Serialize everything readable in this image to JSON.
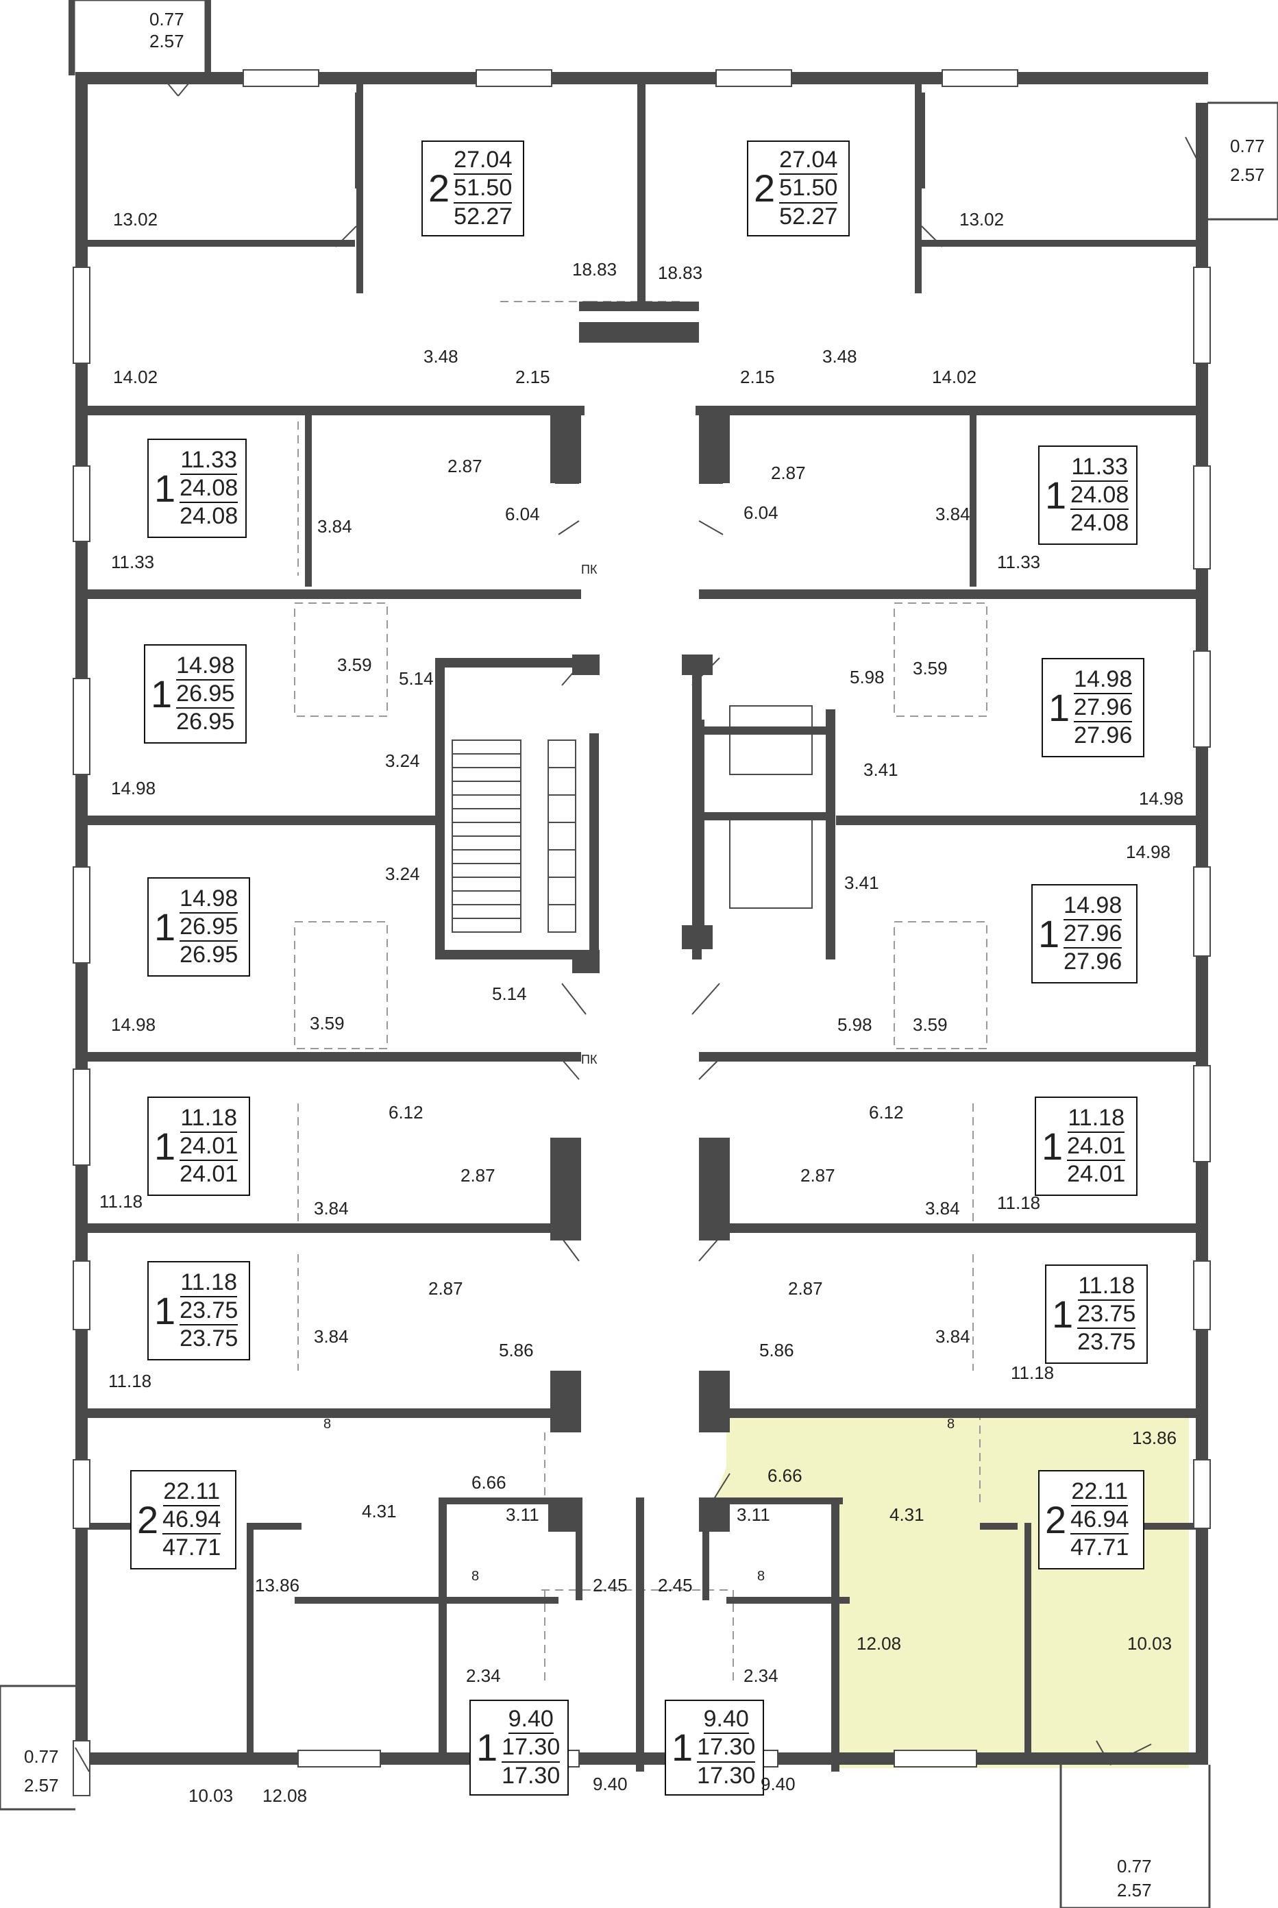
{
  "colors": {
    "wall": "#4a4a4a",
    "highlight": "#f3f4c5",
    "window": "#ffffff",
    "dashed": "#999999"
  },
  "apartments": [
    {
      "id": "a1",
      "rooms": "2",
      "living": "27.04",
      "total": "51.50",
      "total_balcony": "52.27"
    },
    {
      "id": "a2",
      "rooms": "2",
      "living": "27.04",
      "total": "51.50",
      "total_balcony": "52.27"
    },
    {
      "id": "a3",
      "rooms": "1",
      "living": "11.33",
      "total": "24.08",
      "total_balcony": "24.08"
    },
    {
      "id": "a4",
      "rooms": "1",
      "living": "11.33",
      "total": "24.08",
      "total_balcony": "24.08"
    },
    {
      "id": "a5",
      "rooms": "1",
      "living": "14.98",
      "total": "26.95",
      "total_balcony": "26.95"
    },
    {
      "id": "a6",
      "rooms": "1",
      "living": "14.98",
      "total": "27.96",
      "total_balcony": "27.96"
    },
    {
      "id": "a7",
      "rooms": "1",
      "living": "14.98",
      "total": "26.95",
      "total_balcony": "26.95"
    },
    {
      "id": "a8",
      "rooms": "1",
      "living": "14.98",
      "total": "27.96",
      "total_balcony": "27.96"
    },
    {
      "id": "a9",
      "rooms": "1",
      "living": "11.18",
      "total": "24.01",
      "total_balcony": "24.01"
    },
    {
      "id": "a10",
      "rooms": "1",
      "living": "11.18",
      "total": "24.01",
      "total_balcony": "24.01"
    },
    {
      "id": "a11",
      "rooms": "1",
      "living": "11.18",
      "total": "23.75",
      "total_balcony": "23.75"
    },
    {
      "id": "a12",
      "rooms": "1",
      "living": "11.18",
      "total": "23.75",
      "total_balcony": "23.75"
    },
    {
      "id": "a13",
      "rooms": "2",
      "living": "22.11",
      "total": "46.94",
      "total_balcony": "47.71"
    },
    {
      "id": "a14",
      "rooms": "2",
      "living": "22.11",
      "total": "46.94",
      "total_balcony": "47.71"
    },
    {
      "id": "a15",
      "rooms": "1",
      "living": "9.40",
      "total": "17.30",
      "total_balcony": "17.30"
    },
    {
      "id": "a16",
      "rooms": "1",
      "living": "9.40",
      "total": "17.30",
      "total_balcony": "17.30"
    }
  ],
  "areas": [
    "0.77",
    "2.57",
    "0.77",
    "2.57",
    "0.77",
    "2.57",
    "0.77",
    "2.57",
    "13.02",
    "14.02",
    "13.02",
    "14.02",
    "18.83",
    "18.83",
    "3.48",
    "2.15",
    "3.48",
    "2.15",
    "2.87",
    "6.04",
    "3.84",
    "11.33",
    "2.87",
    "6.04",
    "3.84",
    "11.33",
    "3.59",
    "5.14",
    "3.24",
    "14.98",
    "5.98",
    "3.59",
    "3.41",
    "14.98",
    "3.24",
    "3.59",
    "14.98",
    "5.14",
    "14.98",
    "3.41",
    "5.98",
    "3.59",
    "6.12",
    "2.87",
    "3.84",
    "11.18",
    "6.12",
    "2.87",
    "3.84",
    "11.18",
    "2.87",
    "3.84",
    "5.86",
    "11.18",
    "2.87",
    "5.86",
    "3.84",
    "11.18",
    "6.66",
    "13.86",
    "4.31",
    "3.11",
    "2.45",
    "2.34",
    "10.03",
    "12.08",
    "9.40",
    "6.66",
    "13.86",
    "4.31",
    "3.11",
    "2.45",
    "2.34",
    "12.08",
    "10.03",
    "9.40",
    "ПК",
    "ПК",
    "8",
    "8",
    "8",
    "8"
  ]
}
